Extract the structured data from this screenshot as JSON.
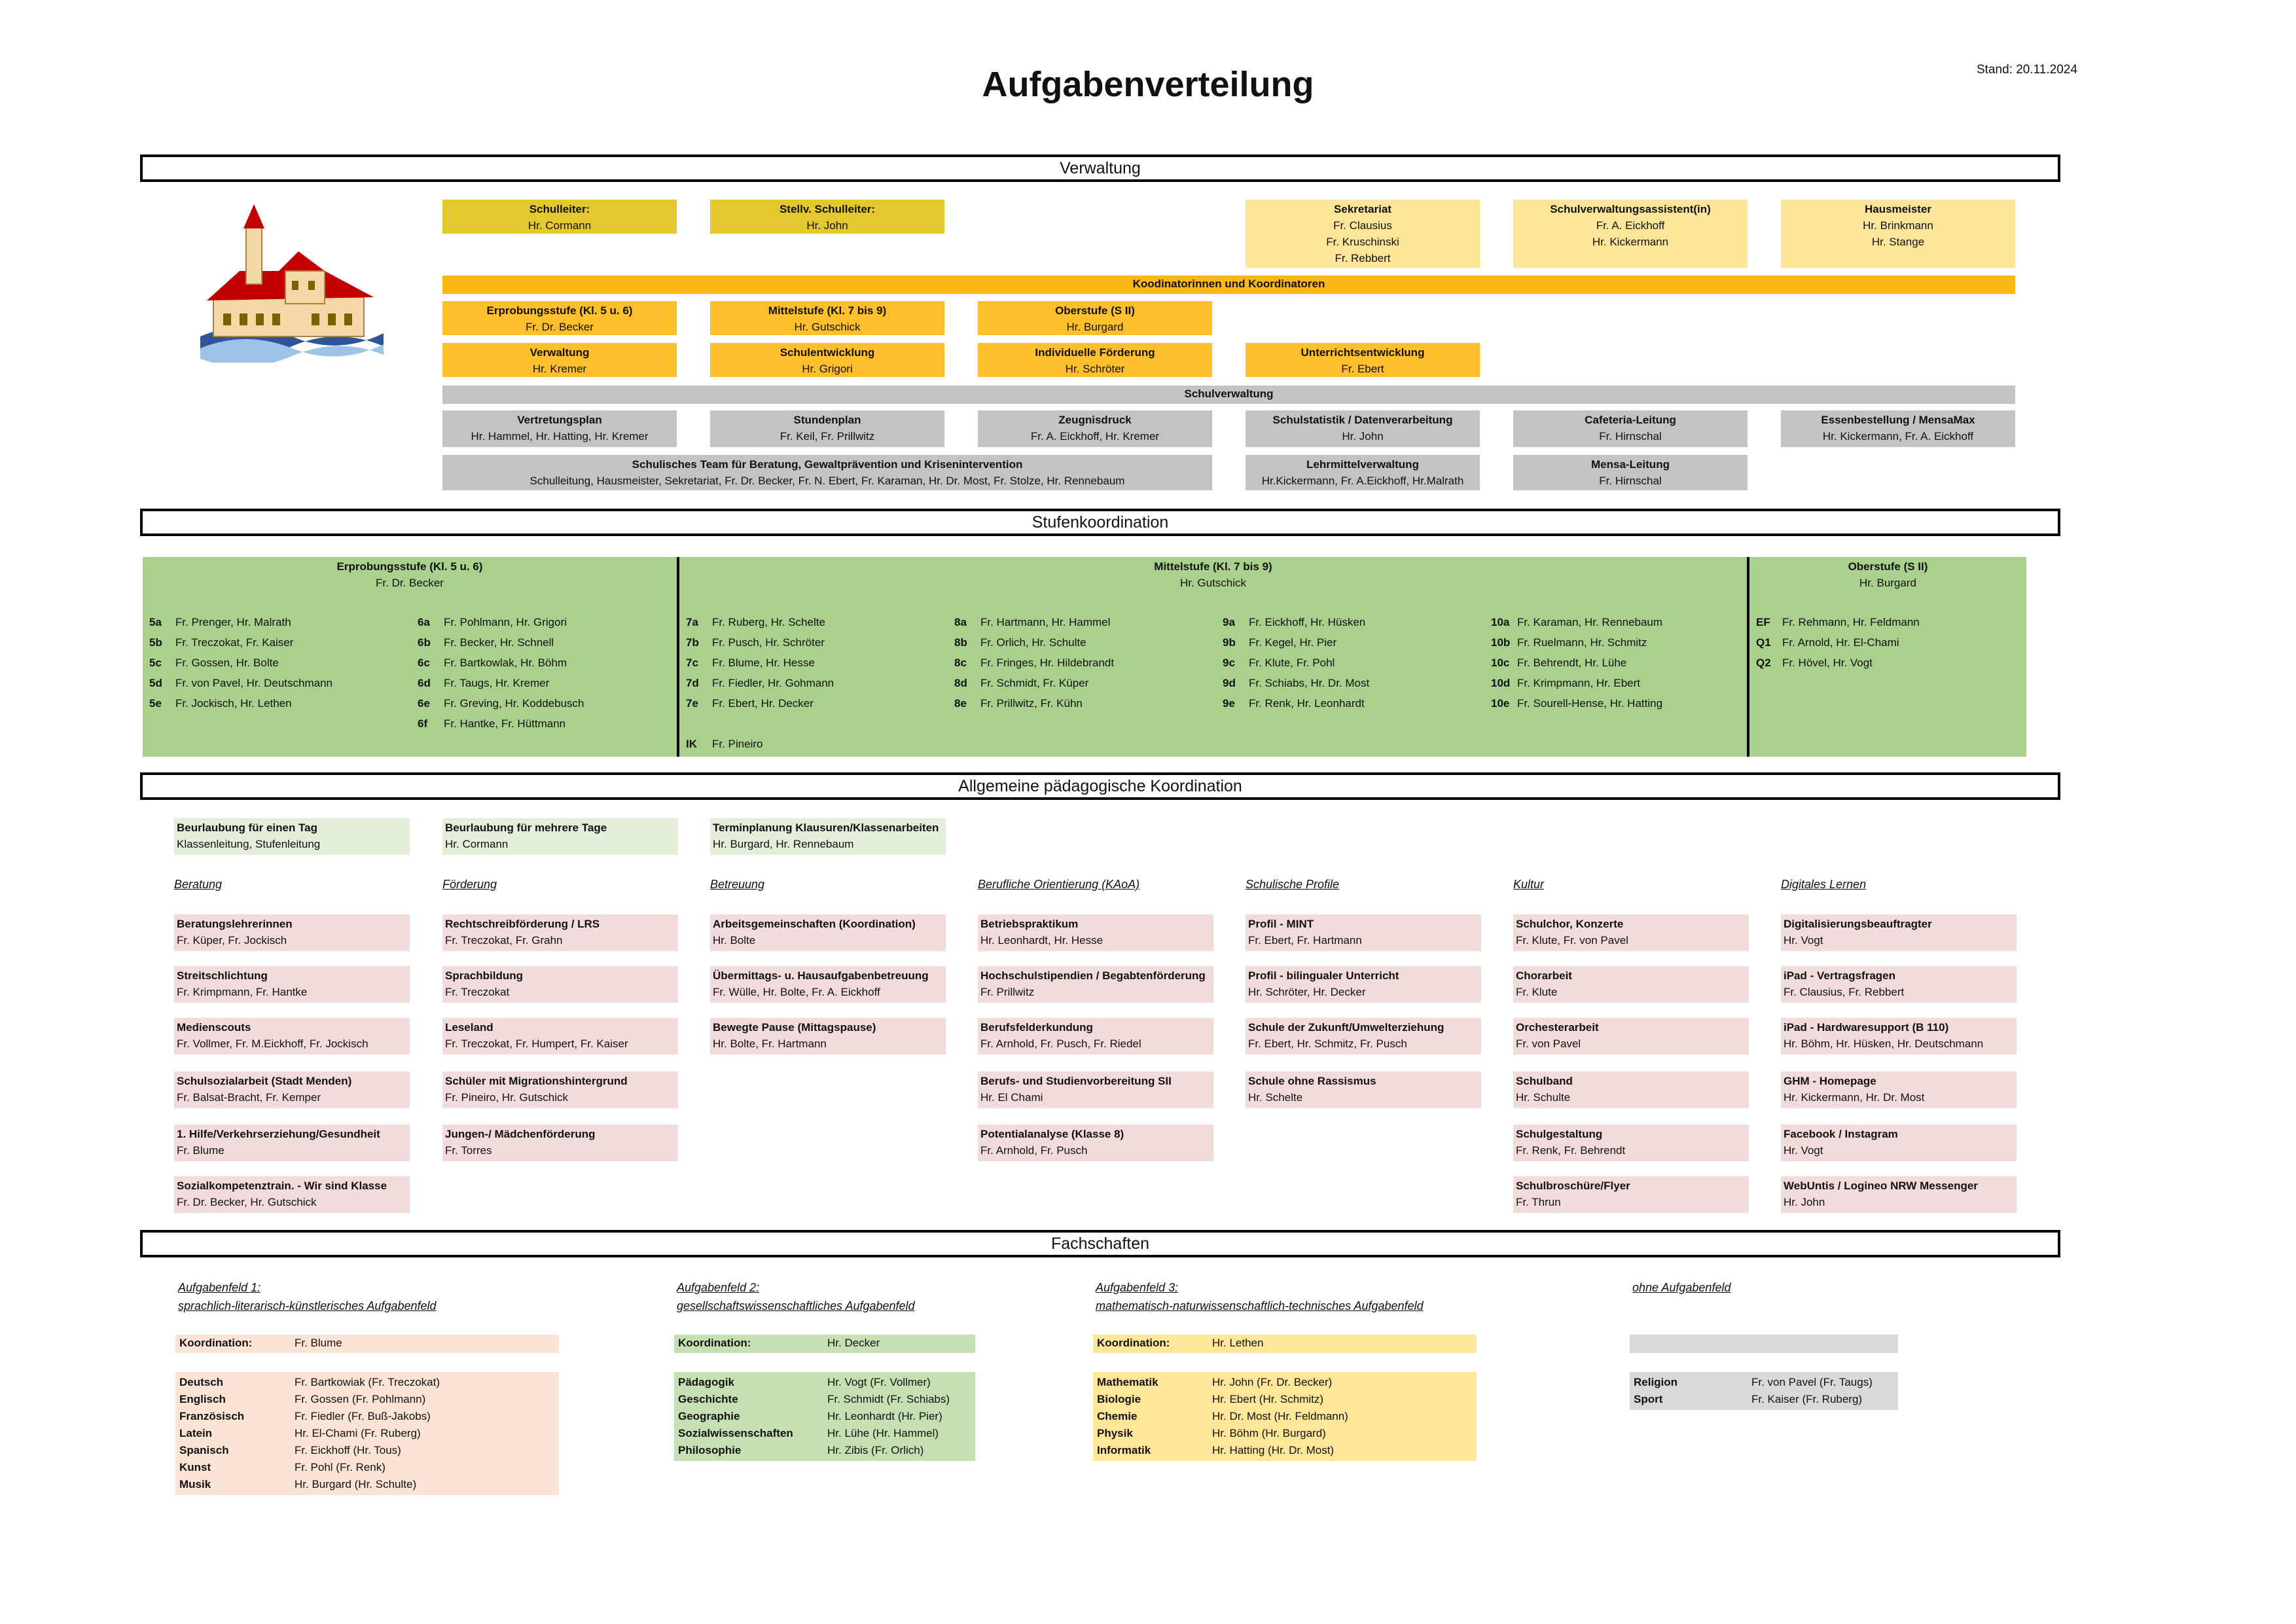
{
  "header": {
    "title": "Aufgabenverteilung",
    "stand": "Stand: 20.11.2024"
  },
  "sections": {
    "verwaltung": "Verwaltung",
    "stufen": "Stufenkoordination",
    "allgemein": "Allgemeine pädagogische Koordination",
    "fach": "Fachschaften"
  },
  "leitung": [
    {
      "h": "Schulleiter:",
      "l": [
        "Hr. Cormann"
      ]
    },
    {
      "h": "Stellv. Schulleiter:",
      "l": [
        "Hr. John"
      ]
    },
    {
      "h": "Sekretariat",
      "l": [
        "Fr. Clausius",
        "Fr. Kruschinski",
        "Fr. Rebbert"
      ]
    },
    {
      "h": "Schulverwaltungsassistent(in)",
      "l": [
        "Fr. A. Eickhoff",
        "Hr. Kickermann"
      ]
    },
    {
      "h": "Hausmeister",
      "l": [
        "Hr. Brinkmann",
        "Hr. Stange"
      ]
    }
  ],
  "koord_bar": "Koodinatorinnen und Koordinatoren",
  "koord": [
    {
      "h": "Erprobungsstufe (Kl. 5 u. 6)",
      "l": [
        "Fr. Dr. Becker"
      ]
    },
    {
      "h": "Mittelstufe (Kl. 7 bis 9)",
      "l": [
        "Hr. Gutschick"
      ]
    },
    {
      "h": "Oberstufe (S II)",
      "l": [
        "Hr. Burgard"
      ]
    },
    {
      "h": "Verwaltung",
      "l": [
        "Hr. Kremer"
      ]
    },
    {
      "h": "Schulentwicklung",
      "l": [
        "Hr. Grigori"
      ]
    },
    {
      "h": "Individuelle Förderung",
      "l": [
        "Hr. Schröter"
      ]
    },
    {
      "h": "Unterrichtsentwicklung",
      "l": [
        "Fr. Ebert"
      ]
    }
  ],
  "schulverw_bar": "Schulverwaltung",
  "schulverw": [
    {
      "h": "Vertretungsplan",
      "l": [
        "Hr. Hammel, Hr. Hatting, Hr. Kremer"
      ]
    },
    {
      "h": "Stundenplan",
      "l": [
        "Fr. Keil, Fr. Prillwitz"
      ]
    },
    {
      "h": "Zeugnisdruck",
      "l": [
        "Fr. A. Eickhoff, Hr. Kremer"
      ]
    },
    {
      "h": "Schulstatistik / Datenverarbeitung",
      "l": [
        "Hr. John"
      ]
    },
    {
      "h": "Cafeteria-Leitung",
      "l": [
        "Fr. Hirnschal"
      ]
    },
    {
      "h": "Essenbestellung / MensaMax",
      "l": [
        "Hr. Kickermann, Fr. A. Eickhoff"
      ]
    },
    {
      "h": "Schulisches Team für Beratung, Gewaltprävention und Krisenintervention",
      "l": [
        "Schulleitung, Hausmeister, Sekretariat, Fr. Dr. Becker, Fr. N. Ebert, Fr. Karaman, Hr. Dr. Most, Fr. Stolze, Hr. Rennebaum"
      ]
    },
    {
      "h": "Lehrmittelverwaltung",
      "l": [
        "Hr.Kickermann, Fr. A.Eickhoff, Hr.Malrath"
      ]
    },
    {
      "h": "Mensa-Leitung",
      "l": [
        "Fr. Hirnschal"
      ]
    }
  ],
  "stufen": {
    "erprobung": {
      "h": "Erprobungsstufe (Kl. 5 u. 6)",
      "l": "Fr. Dr. Becker",
      "col1": [
        [
          "5a",
          "Fr. Prenger, Hr. Malrath"
        ],
        [
          "5b",
          "Fr. Treczokat, Fr. Kaiser"
        ],
        [
          "5c",
          "Fr. Gossen, Hr. Bolte"
        ],
        [
          "5d",
          "Fr. von Pavel, Hr. Deutschmann"
        ],
        [
          "5e",
          "Fr. Jockisch, Hr. Lethen"
        ]
      ],
      "col2": [
        [
          "6a",
          "Fr. Pohlmann, Hr. Grigori"
        ],
        [
          "6b",
          "Fr. Becker, Hr. Schnell"
        ],
        [
          "6c",
          "Fr. Bartkowlak, Hr. Böhm"
        ],
        [
          "6d",
          "Fr. Taugs, Hr. Kremer"
        ],
        [
          "6e",
          "Fr. Greving, Hr. Koddebusch"
        ],
        [
          "6f",
          "Fr. Hantke, Fr. Hüttmann"
        ]
      ]
    },
    "mittel": {
      "h": "Mittelstufe (Kl. 7 bis 9)",
      "l": "Hr. Gutschick",
      "col1": [
        [
          "7a",
          "Fr. Ruberg, Hr. Schelte"
        ],
        [
          "7b",
          "Fr. Pusch, Hr. Schröter"
        ],
        [
          "7c",
          "Fr. Blume, Hr. Hesse"
        ],
        [
          "7d",
          "Fr. Fiedler, Hr. Gohmann"
        ],
        [
          "7e",
          "Fr. Ebert, Hr. Decker"
        ]
      ],
      "col2": [
        [
          "8a",
          "Fr. Hartmann, Hr. Hammel"
        ],
        [
          "8b",
          "Fr. Orlich, Hr. Schulte"
        ],
        [
          "8c",
          "Fr. Fringes, Hr. Hildebrandt"
        ],
        [
          "8d",
          "Fr. Schmidt, Fr. Küper"
        ],
        [
          "8e",
          "Fr. Prillwitz, Fr. Kühn"
        ]
      ],
      "col3": [
        [
          "9a",
          "Fr. Eickhoff, Hr. Hüsken"
        ],
        [
          "9b",
          "Fr. Kegel, Hr. Pier"
        ],
        [
          "9c",
          "Fr. Klute, Fr. Pohl"
        ],
        [
          "9d",
          "Fr. Schiabs, Hr. Dr. Most"
        ],
        [
          "9e",
          "Fr. Renk, Hr. Leonhardt"
        ]
      ],
      "col4": [
        [
          "10a",
          "Fr. Karaman, Hr. Rennebaum"
        ],
        [
          "10b",
          "Fr. Ruelmann, Hr. Schmitz"
        ],
        [
          "10c",
          "Fr. Behrendt, Hr. Lühe"
        ],
        [
          "10d",
          "Fr. Krimpmann, Hr. Ebert"
        ],
        [
          "10e",
          "Fr. Sourell-Hense, Hr. Hatting"
        ]
      ],
      "ik": [
        "IK",
        "Fr. Pineiro"
      ]
    },
    "ober": {
      "h": "Oberstufe (S II)",
      "l": "Hr. Burgard",
      "col1": [
        [
          "EF",
          "Fr. Rehmann, Hr. Feldmann"
        ],
        [
          "Q1",
          "Fr. Arnold, Hr. El-Chami"
        ],
        [
          "Q2",
          "Fr. Hövel, Hr. Vogt"
        ]
      ]
    }
  },
  "beurlaubung": [
    {
      "h": "Beurlaubung für einen Tag",
      "l": [
        "Klassenleitung, Stufenleitung"
      ]
    },
    {
      "h": "Beurlaubung für mehrere Tage",
      "l": [
        "Hr. Cormann"
      ]
    },
    {
      "h": "Terminplanung Klausuren/Klassenarbeiten",
      "l": [
        "Hr. Burgard, Hr. Rennebaum"
      ]
    }
  ],
  "kategorien": [
    {
      "name": "Beratung",
      "items": [
        {
          "h": "Beratungslehrerinnen",
          "l": "Fr. Küper, Fr. Jockisch"
        },
        {
          "h": "Streitschlichtung",
          "l": "Fr. Krimpmann, Fr. Hantke"
        },
        {
          "h": "Medienscouts",
          "l": "Fr. Vollmer, Fr. M.Eickhoff, Fr. Jockisch"
        },
        {
          "h": "Schulsozialarbeit (Stadt Menden)",
          "l": "Fr. Balsat-Bracht, Fr. Kemper"
        },
        {
          "h": "1. Hilfe/Verkehrserziehung/Gesundheit",
          "l": "Fr. Blume"
        },
        {
          "h": "Sozialkompetenztrain. - Wir sind Klasse",
          "l": "Fr. Dr. Becker, Hr. Gutschick"
        }
      ]
    },
    {
      "name": "Förderung",
      "items": [
        {
          "h": "Rechtschreibförderung / LRS",
          "l": "Fr. Treczokat, Fr. Grahn"
        },
        {
          "h": "Sprachbildung",
          "l": "Fr. Treczokat"
        },
        {
          "h": "Leseland",
          "l": "Fr. Treczokat, Fr. Humpert, Fr. Kaiser"
        },
        {
          "h": "Schüler mit Migrationshintergrund",
          "l": "Fr. Pineiro, Hr. Gutschick"
        },
        {
          "h": "Jungen-/ Mädchenförderung",
          "l": "Fr. Torres"
        }
      ]
    },
    {
      "name": "Betreuung",
      "items": [
        {
          "h": "Arbeitsgemeinschaften (Koordination)",
          "l": "Hr. Bolte"
        },
        {
          "h": "Übermittags- u. Hausaufgabenbetreuung",
          "l": "Fr. Wülle, Hr. Bolte, Fr. A. Eickhoff"
        },
        {
          "h": "Bewegte Pause (Mittagspause)",
          "l": "Hr. Bolte, Fr. Hartmann"
        }
      ]
    },
    {
      "name": "Berufliche Orientierung (KAoA)",
      "items": [
        {
          "h": "Betriebspraktikum",
          "l": "Hr. Leonhardt, Hr. Hesse"
        },
        {
          "h": "Hochschulstipendien / Begabtenförderung",
          "l": "Fr. Prillwitz"
        },
        {
          "h": "Berufsfelderkundung",
          "l": "Fr. Arnhold, Fr. Pusch, Fr. Riedel"
        },
        {
          "h": "Berufs- und Studienvorbereitung SII",
          "l": "Hr. El Chami"
        },
        {
          "h": "Potentialanalyse (Klasse 8)",
          "l": "Fr. Arnhold, Fr. Pusch"
        }
      ]
    },
    {
      "name": "Schulische Profile",
      "items": [
        {
          "h": "Profil - MINT",
          "l": "Fr. Ebert, Fr. Hartmann"
        },
        {
          "h": "Profil - bilingualer Unterricht",
          "l": "Hr. Schröter, Hr. Decker"
        },
        {
          "h": "Schule der Zukunft/Umwelterziehung",
          "l": "Fr. Ebert, Hr. Schmitz, Fr. Pusch"
        },
        {
          "h": "Schule ohne Rassismus",
          "l": "Hr. Schelte"
        }
      ]
    },
    {
      "name": "Kultur",
      "items": [
        {
          "h": "Schulchor, Konzerte",
          "l": "Fr. Klute, Fr. von Pavel"
        },
        {
          "h": "Chorarbeit",
          "l": "Fr. Klute"
        },
        {
          "h": "Orchesterarbeit",
          "l": "Fr. von Pavel"
        },
        {
          "h": "Schulband",
          "l": "Hr. Schulte"
        },
        {
          "h": "Schulgestaltung",
          "l": "Fr. Renk, Fr. Behrendt"
        },
        {
          "h": "Schulbroschüre/Flyer",
          "l": "Fr. Thrun"
        }
      ]
    },
    {
      "name": "Digitales Lernen",
      "items": [
        {
          "h": "Digitalisierungsbeauftragter",
          "l": "Hr. Vogt"
        },
        {
          "h": "iPad - Vertragsfragen",
          "l": "Fr. Clausius, Fr. Rebbert"
        },
        {
          "h": "iPad - Hardwaresupport (B 110)",
          "l": "Hr. Böhm, Hr. Hüsken, Hr. Deutschmann"
        },
        {
          "h": "GHM - Homepage",
          "l": "Hr. Kickermann, Hr. Dr. Most"
        },
        {
          "h": "Facebook / Instagram",
          "l": "Hr. Vogt"
        },
        {
          "h": "WebUntis / Logineo NRW Messenger",
          "l": "Hr. John"
        }
      ]
    }
  ],
  "fach": [
    {
      "t1": "Aufgabenfeld 1:",
      "t2": "sprachlich-literarisch-künstlerisches Aufgabenfeld",
      "kl": "Koordination:",
      "kv": "Fr. Blume",
      "rows": [
        [
          "Deutsch",
          "Fr. Bartkowiak (Fr. Treczokat)"
        ],
        [
          "Englisch",
          "Fr. Gossen (Fr. Pohlmann)"
        ],
        [
          "Französisch",
          "Fr. Fiedler (Fr. Buß-Jakobs)"
        ],
        [
          "Latein",
          "Hr. El-Chami (Fr. Ruberg)"
        ],
        [
          "Spanisch",
          "Fr. Eickhoff (Hr. Tous)"
        ],
        [
          "Kunst",
          "Fr. Pohl (Fr. Renk)"
        ],
        [
          "Musik",
          "Hr. Burgard (Hr. Schulte)"
        ]
      ]
    },
    {
      "t1": "Aufgabenfeld 2:",
      "t2": "gesellschaftswissenschaftliches Aufgabenfeld",
      "kl": "Koordination:",
      "kv": "Hr. Decker",
      "rows": [
        [
          "Pädagogik",
          "Hr. Vogt (Fr. Vollmer)"
        ],
        [
          "Geschichte",
          "Fr. Schmidt (Fr. Schiabs)"
        ],
        [
          "Geographie",
          "Hr. Leonhardt (Hr. Pier)"
        ],
        [
          "Sozialwissenschaften",
          "Hr. Lühe (Hr. Hammel)"
        ],
        [
          "Philosophie",
          "Hr. Zibis (Fr. Orlich)"
        ]
      ]
    },
    {
      "t1": "Aufgabenfeld 3:",
      "t2": "mathematisch-naturwissenschaftlich-technisches Aufgabenfeld",
      "kl": "Koordination:",
      "kv": "Hr. Lethen",
      "rows": [
        [
          "Mathematik",
          "Hr. John (Fr. Dr. Becker)"
        ],
        [
          "Biologie",
          "Hr. Ebert (Hr. Schmitz)"
        ],
        [
          "Chemie",
          "Hr. Dr. Most (Hr. Feldmann)"
        ],
        [
          "Physik",
          "Hr. Böhm (Hr. Burgard)"
        ],
        [
          "Informatik",
          "Hr. Hatting (Hr. Dr. Most)"
        ]
      ]
    },
    {
      "t1": "ohne Aufgabenfeld",
      "t2": "",
      "kl": "",
      "kv": "",
      "rows": [
        [
          "Religion",
          "Fr. von Pavel (Fr. Taugs)"
        ],
        [
          "Sport",
          "Fr. Kaiser (Fr. Ruberg)"
        ]
      ]
    }
  ]
}
